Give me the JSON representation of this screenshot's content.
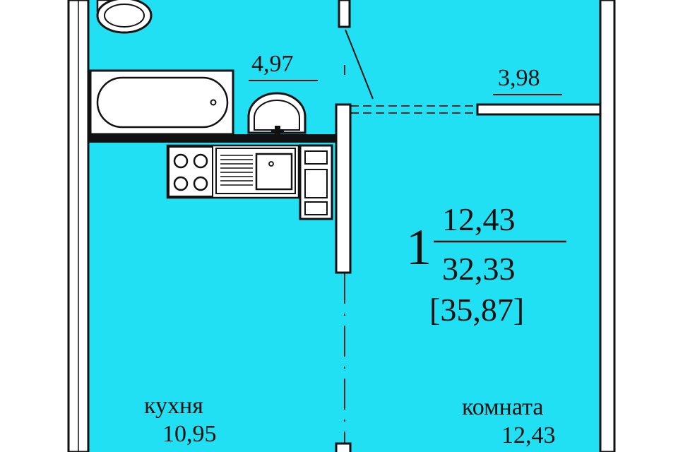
{
  "plan": {
    "colors": {
      "floor": "#21e0f4",
      "wall": "#ffffff",
      "line": "#111111"
    },
    "labels": {
      "bathroom_area": "4,97",
      "hall_area": "3,98",
      "room_count": "1",
      "living_area": "12,43",
      "total_area": "32,33",
      "total_with_balcony": "[35,87]",
      "kitchen_name": "кухня",
      "kitchen_area": "10,95",
      "room_name": "комната",
      "room_area": "12,43"
    }
  }
}
